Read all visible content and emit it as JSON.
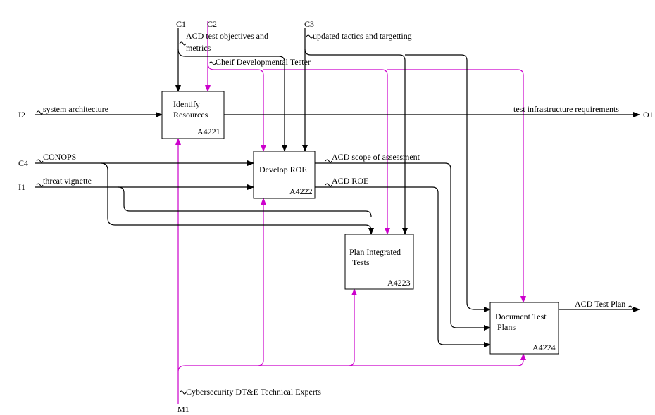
{
  "activities": [
    {
      "title1": "Identify",
      "title2": "Resources",
      "node": "A4221"
    },
    {
      "title1": "Develop ROE",
      "title2": "",
      "node": "A4222"
    },
    {
      "title1": "Plan Integrated",
      "title2": "Tests",
      "node": "A4223"
    },
    {
      "title1": "Document Test",
      "title2": "Plans",
      "node": "A4224"
    }
  ],
  "tunnels": {
    "c1": "C1",
    "c2": "C2",
    "c3": "C3",
    "c4": "C4",
    "i1": "I1",
    "i2": "I2",
    "o1": "O1",
    "m1": "M1"
  },
  "arrows": {
    "acd_test_objectives_1": "ACD test objectives and",
    "acd_test_objectives_2": "metrics",
    "updated_tactics": "updated tactics and targetting",
    "chief_tester": "Cheif Developmental Tester",
    "system_architecture": "system architecture",
    "test_infra_req": "test infrastructure requirements",
    "conops": "CONOPS",
    "threat_vignette": "threat vignette",
    "acd_scope": "ACD scope of assessment",
    "acd_roe": "ACD ROE",
    "acd_test_plan": "ACD Test Plan",
    "cyber_experts": "Cybersecurity DT&E Technical Experts"
  },
  "colors": {
    "control_input_output": "#000000",
    "mechanism": "#cc00cc"
  }
}
